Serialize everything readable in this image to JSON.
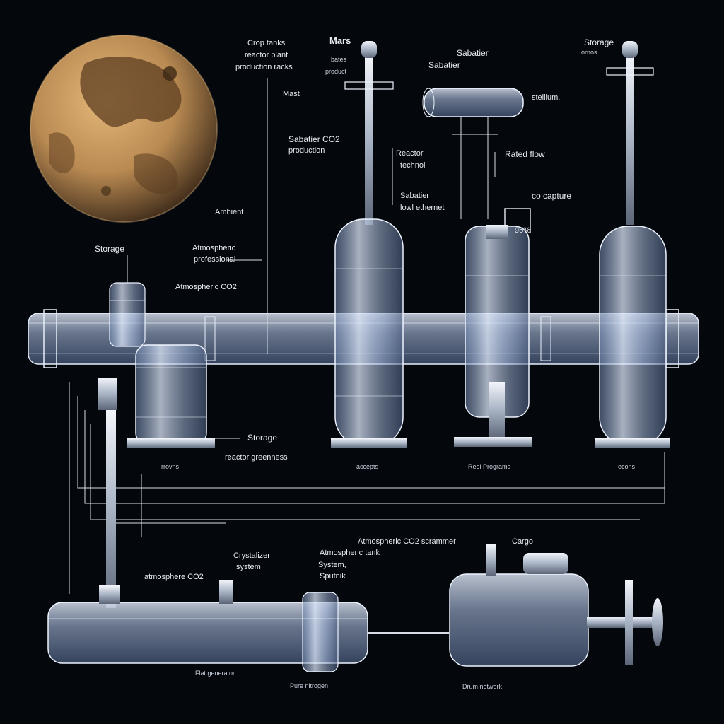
{
  "colors": {
    "background": "#04070c",
    "glass": "#b9cbe8",
    "glass_edge": "#eef4ff",
    "planet": "#c89a5e",
    "planet_dark": "#6b4a2a",
    "wire": "#d8dde6"
  },
  "labels": {
    "crop_tanks": "Crop tanks",
    "reactor_plant": "reactor plant",
    "production_racks": "production racks",
    "mars": "Mars",
    "mars_sub1": "bates",
    "mars_sub2": "product",
    "sabatier_top": "Sabatier",
    "sabatier_top2": "Sabatier",
    "storage_top": "Storage",
    "storage_top_sub": "ornos",
    "mast": "Mast",
    "sabatier_co2": "Sabatier CO2",
    "production": "production",
    "ambient": "Ambient",
    "atmosphere_sub": "Atmospheric",
    "professional": "professional",
    "atmospheric_co2": "Atmospheric CO2",
    "storage_left": "Storage",
    "reactor": "Reactor",
    "technol": "technol",
    "sabatier_mid": "Sabatier",
    "lowl_ethernet": "lowl ethernet",
    "rated_flow": "Rated flow",
    "co_capture": "co capture",
    "pct95": "95%",
    "stellium": "stellium,",
    "storage_mid": "Storage",
    "reactor_greenness": "reactor greenness",
    "base_left": "rrovns",
    "base_mid": "accepts",
    "base_right": "Reel Programs",
    "base_far": "econs",
    "atmospheric_co2_scrammer": "Atmospheric CO2 scrammer",
    "cargo": "Cargo",
    "crystalizer": "Crystalizer",
    "system": "system",
    "atmospheric_tank": "Atmospheric tank",
    "system2": "System,",
    "sputnik": "Sputnik",
    "atmosphere_co2_bottom": "atmosphere CO2",
    "flat_generator": "Flat generator",
    "pure_nitrogen": "Pure nitrogen",
    "drum_network": "Drum network"
  }
}
